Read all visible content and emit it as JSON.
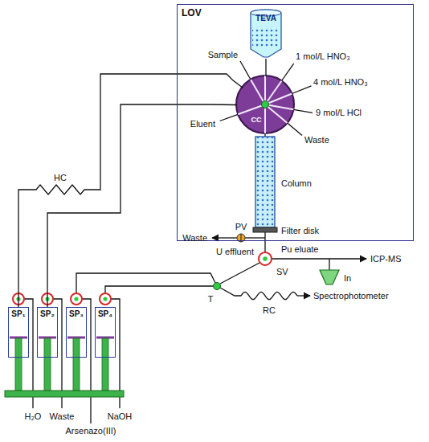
{
  "diagram": {
    "nodes": [
      {
        "text": [
          "LOV"
        ]
      },
      {
        "text": [
          "TEVA"
        ],
        "in": 0
      },
      {
        "text": [
          "CC"
        ],
        "in": 0
      },
      {
        "text": [
          "SP₁"
        ]
      },
      {
        "text": [
          "SP₂"
        ]
      },
      {
        "text": [
          "SP₃"
        ]
      },
      {
        "text": [
          "SP₄"
        ]
      }
    ],
    "edges": [
      {
        "from": 1,
        "to": 2,
        "arrow": "none"
      },
      {
        "from": 3,
        "to": 2,
        "arrow": "none"
      },
      {
        "from": 4,
        "to": 2,
        "arrow": "none"
      }
    ],
    "labels": [
      "1 mol/L HNO₃",
      "4 mol/L HNO₃",
      "9 mol/L HCl",
      "Sample",
      "Waste",
      "Eluent",
      "Column",
      "PV",
      "Waste",
      "Filter disk",
      "SV",
      "U effluent",
      "Pu eluate",
      "ICP-MS",
      "In",
      "T",
      "RC",
      "Spectrophotometer",
      "HC",
      "H₂O",
      "Waste",
      "Arsenazo(III)",
      "NaOH"
    ]
  }
}
